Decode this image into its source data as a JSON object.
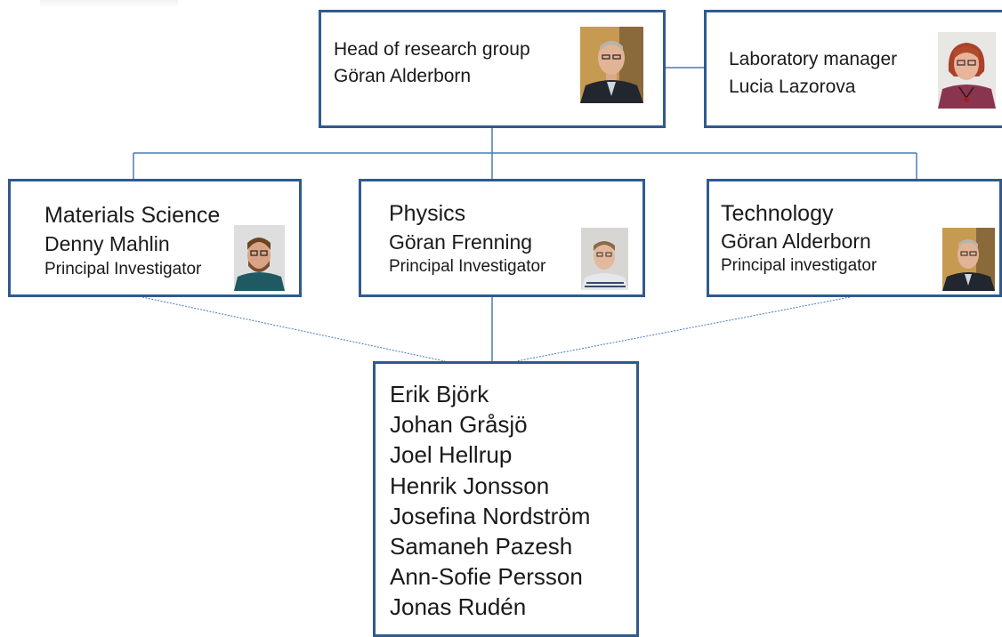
{
  "head": {
    "title": "Head of research group",
    "name": "Göran Alderborn"
  },
  "lab_manager": {
    "title": "Laboratory manager",
    "name": "Lucia Lazorova"
  },
  "groups": [
    {
      "area": "Materials Science",
      "name": "Denny Mahlin",
      "role": "Principal Investigator"
    },
    {
      "area": "Physics",
      "name": "Göran Frenning",
      "role": "Principal Investigator"
    },
    {
      "area": "Technology",
      "name": "Göran Alderborn",
      "role": "Principal investigator"
    }
  ],
  "members": [
    "Erik Björk",
    "Johan Gråsjö",
    "Joel Hellrup",
    "Henrik Jonsson",
    "Josefina Nordström",
    "Samaneh Pazesh",
    "Ann-Sofie Persson",
    "Jonas Rudén"
  ],
  "colors": {
    "box_border": "#2f5a8e",
    "connector": "#4a7ab8"
  }
}
